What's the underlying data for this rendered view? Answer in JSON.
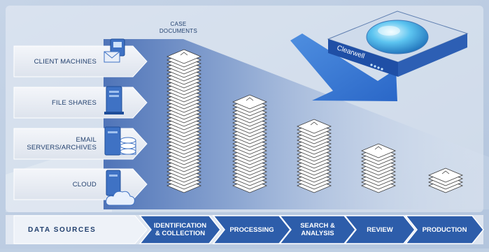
{
  "case_documents_label": [
    "CASE",
    "DOCUMENTS"
  ],
  "data_sources": [
    {
      "label": [
        "CLIENT MACHINES"
      ],
      "icon": "workstation-icon"
    },
    {
      "label": [
        "FILE SHARES"
      ],
      "icon": "file-server-icon"
    },
    {
      "label": [
        "EMAIL",
        "SERVERS/ARCHIVES"
      ],
      "icon": "email-server-icon"
    },
    {
      "label": [
        "CLOUD"
      ],
      "icon": "cloud-server-icon"
    }
  ],
  "workflow": {
    "title": "DATA SOURCES",
    "stages": [
      {
        "label": [
          "IDENTIFICATION",
          "& COLLECTION"
        ]
      },
      {
        "label": [
          "PROCESSING"
        ]
      },
      {
        "label": [
          "SEARCH &",
          "ANALYSIS"
        ]
      },
      {
        "label": [
          "REVIEW"
        ]
      },
      {
        "label": [
          "PRODUCTION"
        ]
      }
    ]
  },
  "appliance_brand": "Clearwell",
  "document_stack_sizes": [
    38,
    25,
    18,
    11,
    4
  ],
  "colors": {
    "background": "#bfcfe3",
    "arrow_dark": "#2d5daa",
    "label_text": "#22406e",
    "funnel": "#5b7fc0"
  }
}
